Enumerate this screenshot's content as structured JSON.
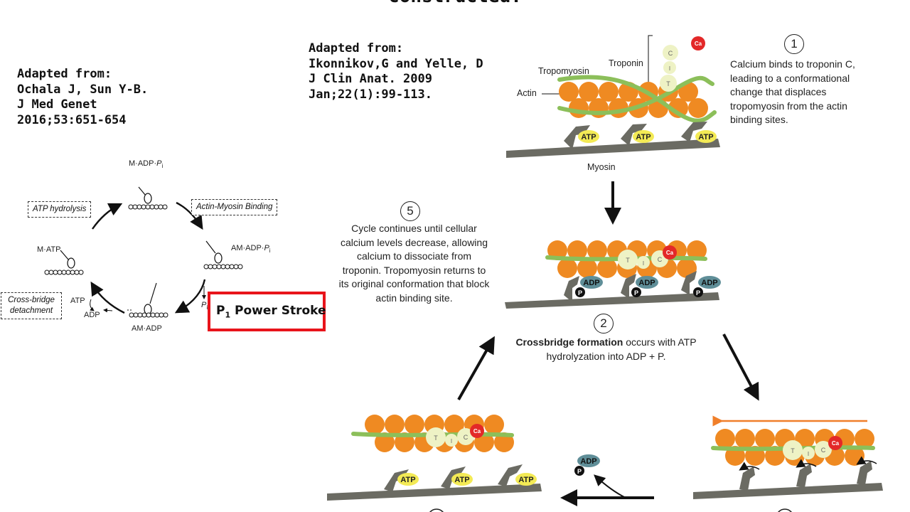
{
  "page_title": "constructed.",
  "citation_left": "Adapted from:\nOchala J, Sun Y-B.\nJ Med Genet\n2016;53:651-654",
  "citation_right": "Adapted from:\nIkonnikov,G and Yelle, D\nJ Clin Anat. 2009\nJan;22(1):99-113.",
  "cycle_diagram": {
    "states": {
      "m_adp_pi": "M·ADP·",
      "am_adp_pi": "AM·ADP·",
      "pi_italic": "P",
      "pi_sub": "i",
      "m_atp": "M·ATP",
      "am_adp": "AM·ADP",
      "atp": "ATP",
      "adp": "ADP"
    },
    "boxes": {
      "atp_hydrolysis": "ATP hydrolysis",
      "actin_myosin_binding": "Actin-Myosin Binding",
      "cross_bridge_detachment": "Cross-bridge detachment"
    },
    "power_stroke": {
      "p": "P",
      "sub": "1",
      "label": " Power Stroke",
      "border_color": "#e8141b"
    }
  },
  "crossbridge": {
    "labels": {
      "tropomyosin": "Tropomyosin",
      "troponin": "Troponin",
      "actin": "Actin",
      "myosin": "Myosin",
      "ca": "Ca",
      "atp": "ATP",
      "adp": "ADP",
      "p": "P",
      "c": "C",
      "i": "I",
      "t": "T"
    },
    "steps": [
      {
        "num": "1",
        "text": "Calcium binds to troponin C, leading to a conformational change that displaces tropomyosin from the actin binding sites."
      },
      {
        "num": "2",
        "bold": "Crossbridge formation",
        "text": " occurs with ATP hydrolyzation into ADP + P."
      },
      {
        "num": "5",
        "text": "Cycle continues until cellular calcium levels decrease, allowing calcium to dissociate from troponin. Tropomyosin returns to its original conformation that block actin binding site."
      }
    ]
  },
  "colors": {
    "actin": "#ef8a22",
    "tropomyosin": "#8cbf5a",
    "troponin": "#eef2c5",
    "calcium": "#e32828",
    "myosin": "#6b6b63",
    "atp": "#f3ea55",
    "adp": "#5f8e98",
    "arrow_orange": "#f07f2a"
  }
}
